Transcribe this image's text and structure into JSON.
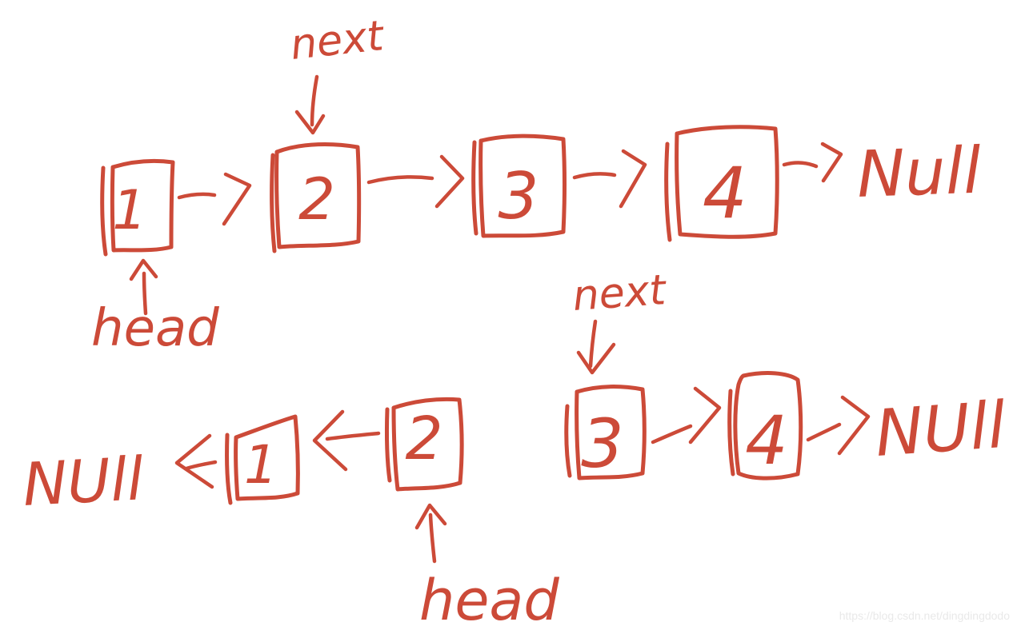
{
  "colors": {
    "ink": "#cc4a38",
    "watermark": "#e9e9e9",
    "background": "#ffffff"
  },
  "watermark_text": "https://blog.csdn.net/dingdingdodo",
  "original_list": {
    "next_label": "next",
    "head_label": "head",
    "nodes": {
      "n1": "1",
      "n2": "2",
      "n3": "3",
      "n4": "4"
    },
    "terminator": "Null"
  },
  "reversed_part": {
    "terminator": "NUll",
    "nodes": {
      "n1": "1",
      "n2": "2"
    },
    "head_label": "head"
  },
  "remaining_part": {
    "next_label": "next",
    "nodes": {
      "n3": "3",
      "n4": "4"
    },
    "terminator": "NUll"
  }
}
